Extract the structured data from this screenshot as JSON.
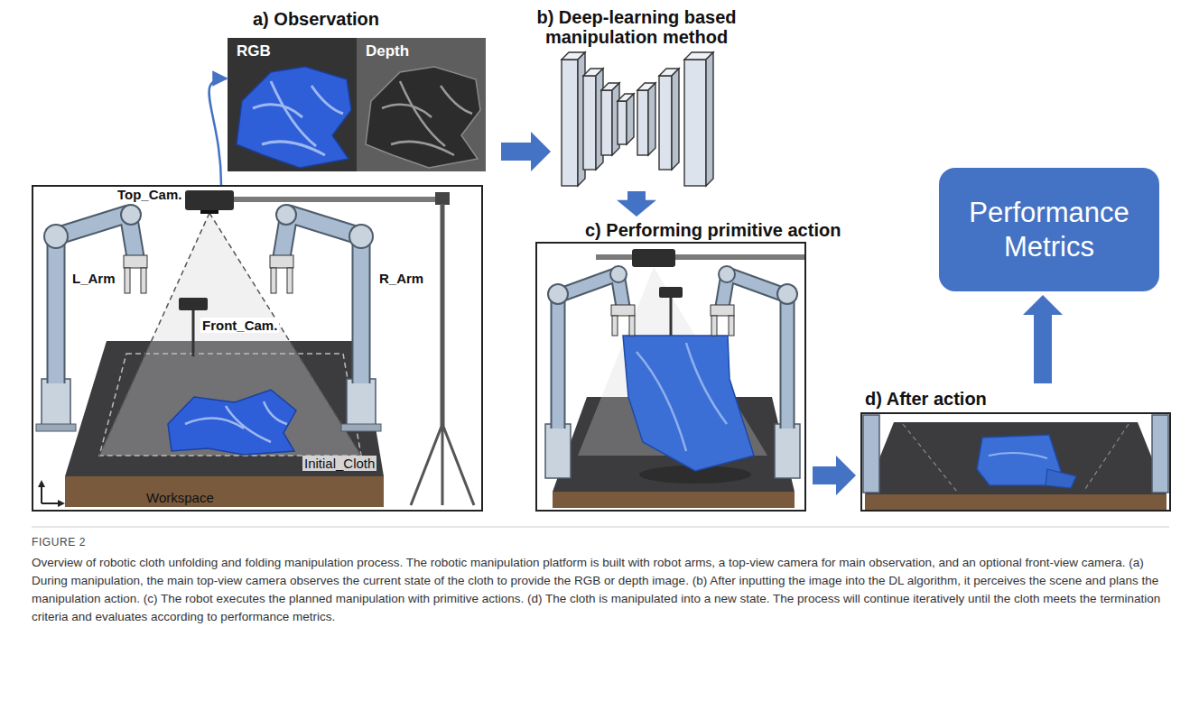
{
  "diagram": {
    "caption": "Overview of robotic cloth unfolding and folding manipulation process. The robotic manipulation platform is built with robot arms, a top-view camera for main observation, and an optional front-view camera. (a) During manipulation, the main top-view camera observes the current state of the cloth to provide the RGB or depth image. (b) After inputting the image into the DL algorithm, it perceives the scene and plans the manipulation action. (c) The robot executes the planned manipulation with primitive actions. (d) The cloth is manipulated into a new state. The process will continue iteratively until the cloth meets the termination criteria and evaluates according to performance metrics.",
    "nodes": [
      {
        "text": [
          "a) Observation"
        ]
      },
      {
        "text": [
          "RGB"
        ],
        "in": 0
      },
      {
        "text": [
          "Depth"
        ],
        "in": 0
      },
      {
        "text": [
          "b) Deep-learning based manipulation method"
        ]
      },
      {
        "text": [
          "Performance Metrics"
        ]
      },
      {
        "text": [
          "Top_Cam.",
          "L_Arm",
          "R_Arm",
          "Front_Cam.",
          "Initial_Cloth",
          "Workspace"
        ]
      },
      {
        "text": [
          "c) Performing primitive action"
        ]
      },
      {
        "text": [
          "d) After action"
        ]
      }
    ],
    "edges": [
      {
        "from": 5,
        "to": 0,
        "arrow": "to"
      },
      {
        "from": 0,
        "to": 3,
        "arrow": "to"
      },
      {
        "from": 3,
        "to": 6,
        "arrow": "to"
      },
      {
        "from": 6,
        "to": 7,
        "arrow": "to"
      },
      {
        "from": 7,
        "to": 4,
        "arrow": "to"
      }
    ],
    "labels": [
      "FIGURE 2"
    ]
  }
}
